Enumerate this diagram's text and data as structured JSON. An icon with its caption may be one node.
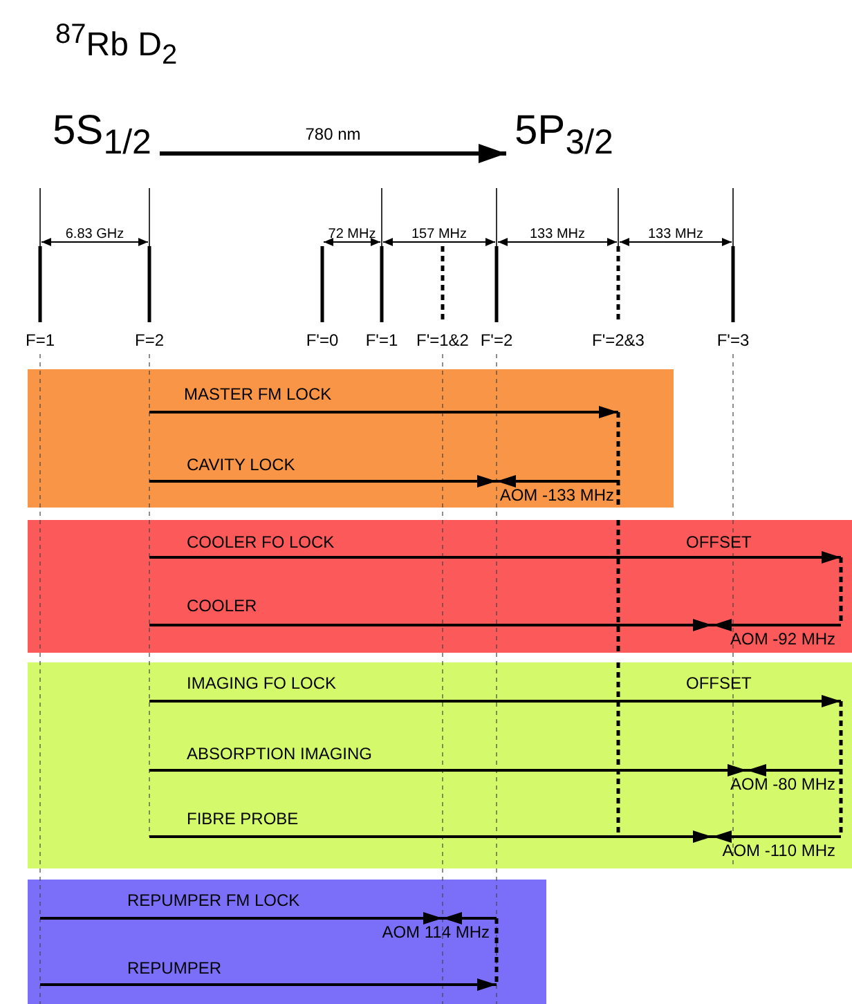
{
  "diagram": {
    "title": "$^{87}$Rb D$_{2}$",
    "nodes": [
      {
        "text": [
          "5S$_{1/2}$"
        ]
      },
      {
        "text": [
          "5P$_{3/2}$"
        ]
      },
      {
        "text": [
          "MASTER FM LOCK",
          "CAVITY LOCK",
          "AOM -133 MHz"
        ]
      },
      {
        "text": [
          "COOLER FO LOCK",
          "OFFSET",
          "COOLER",
          "AOM -92 MHz"
        ]
      },
      {
        "text": [
          "IMAGING FO LOCK",
          "OFFSET",
          "ABSORPTION IMAGING",
          "AOM -80 MHz",
          "FIBRE PROBE",
          "AOM -110 MHz"
        ]
      },
      {
        "text": [
          "REPUMPER FM LOCK",
          "AOM 114 MHz",
          "REPUMPER"
        ]
      }
    ],
    "edges": [
      {
        "from": 0,
        "to": 1,
        "arrow": "to",
        "label": "780 nm"
      }
    ],
    "labels": [
      "6.83 GHz",
      "72 MHz",
      "157 MHz",
      "133 MHz",
      "133 MHz",
      "F=1",
      "F=2",
      "F'=0",
      "F'=1",
      "F'=1&2",
      "F'=2",
      "F'=2&3",
      "F'=3"
    ]
  }
}
